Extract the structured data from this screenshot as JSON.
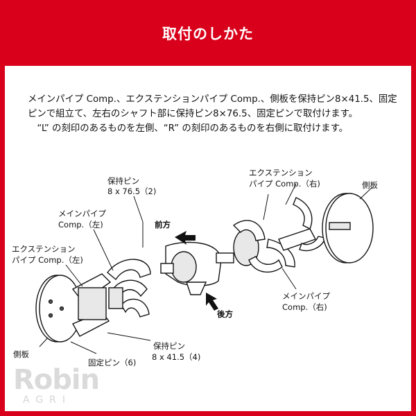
{
  "header": {
    "title": "取付のしかた"
  },
  "description": {
    "para1": "メインパイプ Comp.、エクステンションパイプ Comp.、側板を保持ピン8×41.5、固定ピンで組立て、左右のシャフト部に保持ピン8×76.5、固定ピンで取付けます。",
    "para2": "“L” の刻印のあるものを左側、“R” の刻印のあるものを右側に取付けます。"
  },
  "diagram": {
    "labels": {
      "pin_76_line1": "保持ピン",
      "pin_76_line2": "8 x 76.5（2)",
      "main_pipe_left_line1": "メインパイプ",
      "main_pipe_left_line2": "Comp.（左)",
      "ext_pipe_left_line1": "エクステンション",
      "ext_pipe_left_line2": "パイプ Comp.（左)",
      "side_plate_left": "側板",
      "fixed_pin": "固定ピン（6)",
      "pin_41_line1": "保持ピン",
      "pin_41_line2": "8 x 41.5（4)",
      "front": "前方",
      "rear": "後方",
      "ext_pipe_right_line1": "エクステンション",
      "ext_pipe_right_line2": "パイプ Comp.（右)",
      "side_plate_right": "側板",
      "main_pipe_right_line1": "メインパイプ",
      "main_pipe_right_line2": "Comp.（右)"
    }
  },
  "logo": {
    "main": "Robin",
    "sub": "AGRI"
  },
  "colors": {
    "header_bg": "#d9001b",
    "panel_bg": "#ffffff",
    "text": "#111111"
  }
}
